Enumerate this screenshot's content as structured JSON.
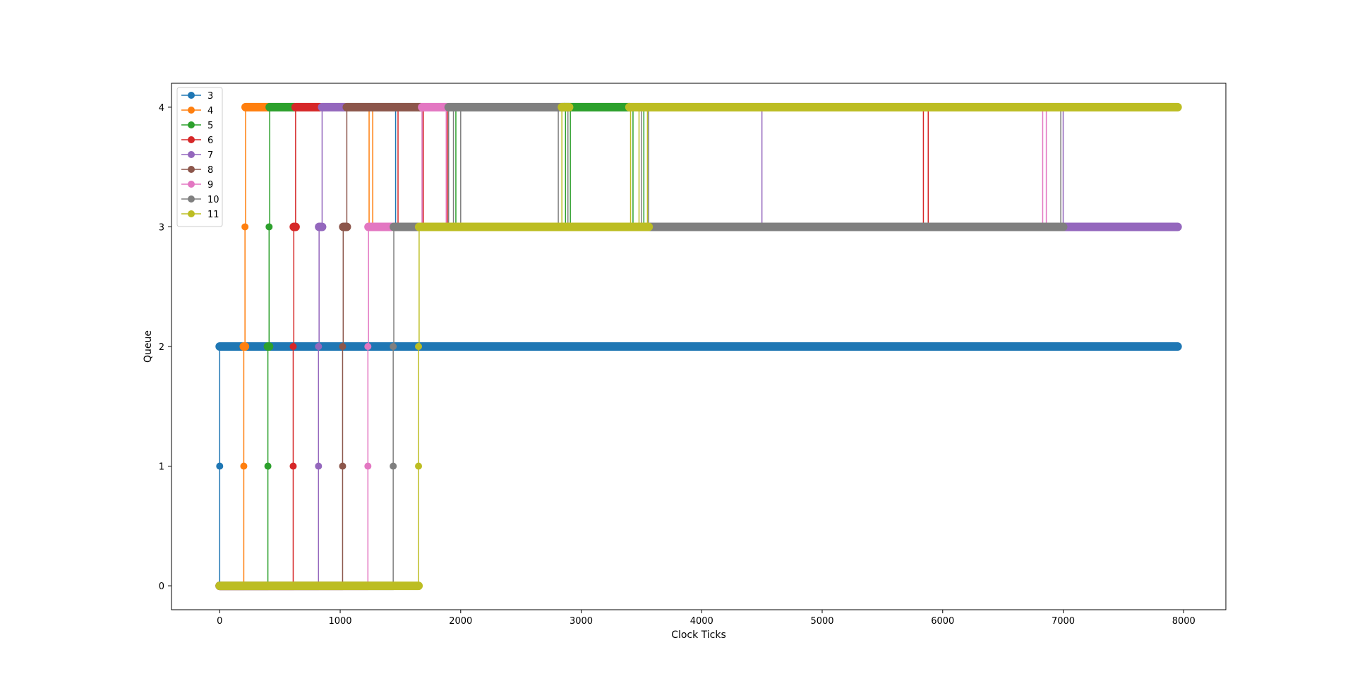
{
  "chart_data": {
    "type": "line",
    "title": "",
    "xlabel": "Clock Ticks",
    "ylabel": "Queue",
    "xlim": [
      -400,
      8350
    ],
    "ylim": [
      -0.2,
      4.2
    ],
    "x_ticks": [
      0,
      1000,
      2000,
      3000,
      4000,
      5000,
      6000,
      7000,
      8000
    ],
    "y_ticks": [
      0,
      1,
      2,
      3,
      4
    ],
    "grid": false,
    "legend_position": "top-left",
    "series": [
      {
        "name": "3",
        "color": "#1f77b4",
        "segments": [
          {
            "t0": 0,
            "t1": 0,
            "q": 0
          },
          {
            "t0": 0,
            "t1": 0,
            "q": 1
          },
          {
            "t0": 0,
            "t1": 7950,
            "q": 2
          }
        ]
      },
      {
        "name": "4",
        "color": "#ff7f0e",
        "segments": [
          {
            "t0": 0,
            "t1": 200,
            "q": 0
          },
          {
            "t0": 200,
            "t1": 200,
            "q": 1
          },
          {
            "t0": 200,
            "t1": 210,
            "q": 2
          },
          {
            "t0": 210,
            "t1": 215,
            "q": 3
          },
          {
            "t0": 215,
            "t1": 410,
            "q": 4
          }
        ]
      },
      {
        "name": "5",
        "color": "#2ca02c",
        "segments": [
          {
            "t0": 0,
            "t1": 400,
            "q": 0
          },
          {
            "t0": 400,
            "t1": 400,
            "q": 1
          },
          {
            "t0": 400,
            "t1": 410,
            "q": 2
          },
          {
            "t0": 410,
            "t1": 415,
            "q": 3
          },
          {
            "t0": 415,
            "t1": 620,
            "q": 4
          },
          {
            "t0": 2860,
            "t1": 3400,
            "q": 4
          }
        ]
      },
      {
        "name": "6",
        "color": "#d62728",
        "segments": [
          {
            "t0": 0,
            "t1": 610,
            "q": 0
          },
          {
            "t0": 610,
            "t1": 610,
            "q": 1
          },
          {
            "t0": 610,
            "t1": 615,
            "q": 2
          },
          {
            "t0": 615,
            "t1": 630,
            "q": 3
          },
          {
            "t0": 630,
            "t1": 830,
            "q": 4
          }
        ]
      },
      {
        "name": "7",
        "color": "#9467bd",
        "segments": [
          {
            "t0": 0,
            "t1": 820,
            "q": 0
          },
          {
            "t0": 820,
            "t1": 820,
            "q": 1
          },
          {
            "t0": 820,
            "t1": 825,
            "q": 2
          },
          {
            "t0": 825,
            "t1": 850,
            "q": 3
          },
          {
            "t0": 850,
            "t1": 1040,
            "q": 4
          },
          {
            "t0": 7000,
            "t1": 7950,
            "q": 3
          }
        ]
      },
      {
        "name": "8",
        "color": "#8c564b",
        "segments": [
          {
            "t0": 0,
            "t1": 1020,
            "q": 0
          },
          {
            "t0": 1020,
            "t1": 1020,
            "q": 1
          },
          {
            "t0": 1020,
            "t1": 1025,
            "q": 2
          },
          {
            "t0": 1025,
            "t1": 1055,
            "q": 3
          },
          {
            "t0": 1055,
            "t1": 1670,
            "q": 4
          }
        ]
      },
      {
        "name": "9",
        "color": "#e377c2",
        "segments": [
          {
            "t0": 0,
            "t1": 1230,
            "q": 0
          },
          {
            "t0": 1230,
            "t1": 1230,
            "q": 1
          },
          {
            "t0": 1230,
            "t1": 1235,
            "q": 2
          },
          {
            "t0": 1235,
            "t1": 1440,
            "q": 3
          },
          {
            "t0": 1680,
            "t1": 1890,
            "q": 4
          }
        ]
      },
      {
        "name": "10",
        "color": "#7f7f7f",
        "segments": [
          {
            "t0": 0,
            "t1": 1440,
            "q": 0
          },
          {
            "t0": 1440,
            "t1": 1440,
            "q": 1
          },
          {
            "t0": 1440,
            "t1": 1445,
            "q": 2
          },
          {
            "t0": 1445,
            "t1": 1650,
            "q": 3
          },
          {
            "t0": 1900,
            "t1": 2860,
            "q": 4
          },
          {
            "t0": 3560,
            "t1": 7000,
            "q": 3
          }
        ]
      },
      {
        "name": "11",
        "color": "#bcbd22",
        "segments": [
          {
            "t0": 0,
            "t1": 1650,
            "q": 0
          },
          {
            "t0": 1650,
            "t1": 1650,
            "q": 1
          },
          {
            "t0": 1650,
            "t1": 1655,
            "q": 2
          },
          {
            "t0": 1655,
            "t1": 3560,
            "q": 3
          },
          {
            "t0": 2840,
            "t1": 2900,
            "q": 4
          },
          {
            "t0": 3400,
            "t1": 7950,
            "q": 4
          }
        ]
      }
    ],
    "transitions": [
      {
        "series": "4",
        "t": 1240,
        "from": 3,
        "to": 4
      },
      {
        "series": "4",
        "t": 1270,
        "from": 3,
        "to": 4
      },
      {
        "series": "3",
        "t": 1460,
        "from": 3,
        "to": 4
      },
      {
        "series": "6",
        "t": 1480,
        "from": 3,
        "to": 4
      },
      {
        "series": "8",
        "t": 1680,
        "from": 3,
        "to": 4
      },
      {
        "series": "6",
        "t": 1690,
        "from": 3,
        "to": 4
      },
      {
        "series": "9",
        "t": 1880,
        "from": 3,
        "to": 4
      },
      {
        "series": "6",
        "t": 1890,
        "from": 3,
        "to": 4
      },
      {
        "series": "10",
        "t": 1940,
        "from": 3,
        "to": 4
      },
      {
        "series": "5",
        "t": 1960,
        "from": 3,
        "to": 4
      },
      {
        "series": "10",
        "t": 2000,
        "from": 3,
        "to": 4
      },
      {
        "series": "10",
        "t": 2810,
        "from": 3,
        "to": 4
      },
      {
        "series": "5",
        "t": 2870,
        "from": 3,
        "to": 4
      },
      {
        "series": "10",
        "t": 2890,
        "from": 3,
        "to": 4
      },
      {
        "series": "5",
        "t": 2910,
        "from": 3,
        "to": 4
      },
      {
        "series": "11",
        "t": 3410,
        "from": 3,
        "to": 4
      },
      {
        "series": "5",
        "t": 3430,
        "from": 3,
        "to": 4
      },
      {
        "series": "11",
        "t": 3480,
        "from": 3,
        "to": 4
      },
      {
        "series": "10",
        "t": 3500,
        "from": 3,
        "to": 4
      },
      {
        "series": "5",
        "t": 3520,
        "from": 3,
        "to": 4
      },
      {
        "series": "11",
        "t": 3550,
        "from": 3,
        "to": 4
      },
      {
        "series": "7",
        "t": 4500,
        "from": 3,
        "to": 4
      },
      {
        "series": "6",
        "t": 5840,
        "from": 3,
        "to": 4
      },
      {
        "series": "6",
        "t": 5880,
        "from": 3,
        "to": 4
      },
      {
        "series": "9",
        "t": 6830,
        "from": 3,
        "to": 4
      },
      {
        "series": "9",
        "t": 6860,
        "from": 3,
        "to": 4
      },
      {
        "series": "10",
        "t": 6980,
        "from": 3,
        "to": 4
      }
    ]
  }
}
